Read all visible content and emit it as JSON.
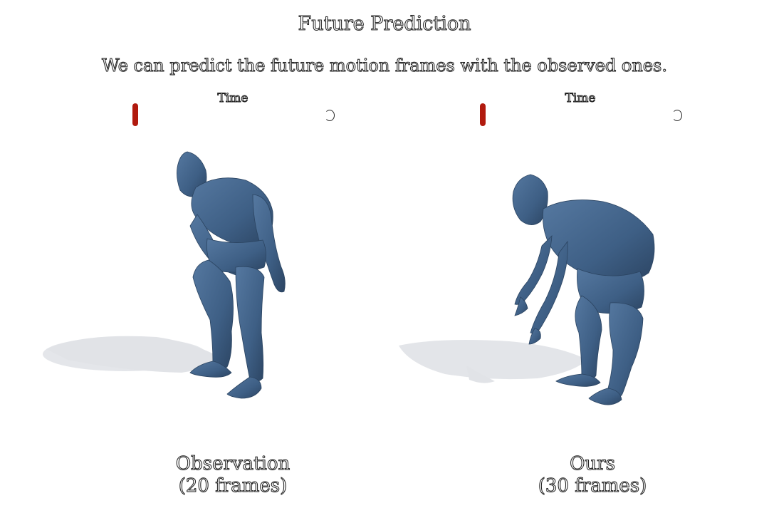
{
  "header": {
    "title": "Future Prediction",
    "subtitle": "We can predict the future motion frames with the observed ones."
  },
  "panels": [
    {
      "time_label": "Time",
      "slider_value": 0,
      "caption_line1": "Observation",
      "caption_line2": "(20 frames)"
    },
    {
      "time_label": "Time",
      "slider_value": 0,
      "caption_line1": "Ours",
      "caption_line2": "(30 frames)"
    }
  ],
  "colors": {
    "body_mesh": "#3e5f85",
    "shadow": "#e4e6ea",
    "slider_thumb": "#b11a0e"
  }
}
